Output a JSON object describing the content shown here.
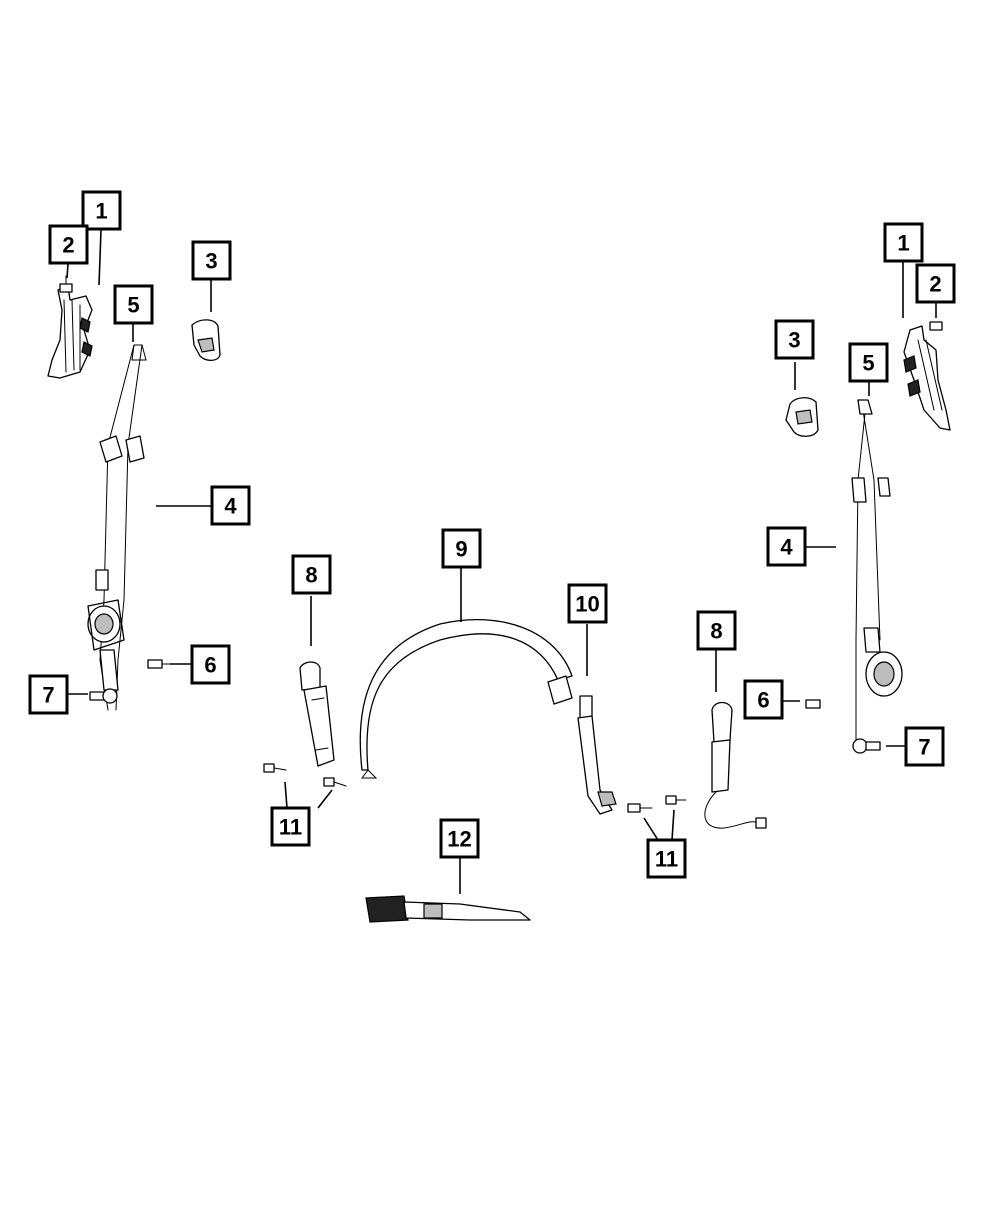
{
  "callouts": [
    {
      "id": "c1-left",
      "label": "1"
    },
    {
      "id": "c2-left",
      "label": "2"
    },
    {
      "id": "c3-left",
      "label": "3"
    },
    {
      "id": "c4-left",
      "label": "4"
    },
    {
      "id": "c5-left",
      "label": "5"
    },
    {
      "id": "c6-left",
      "label": "6"
    },
    {
      "id": "c7-left",
      "label": "7"
    },
    {
      "id": "c8-left",
      "label": "8"
    },
    {
      "id": "c9",
      "label": "9"
    },
    {
      "id": "c10",
      "label": "10"
    },
    {
      "id": "c8-right",
      "label": "8"
    },
    {
      "id": "c11-left",
      "label": "11"
    },
    {
      "id": "c11-right",
      "label": "11"
    },
    {
      "id": "c12",
      "label": "12"
    },
    {
      "id": "c1-right",
      "label": "1"
    },
    {
      "id": "c2-right",
      "label": "2"
    },
    {
      "id": "c3-right",
      "label": "3"
    },
    {
      "id": "c4-right",
      "label": "4"
    },
    {
      "id": "c5-right",
      "label": "5"
    },
    {
      "id": "c6-right",
      "label": "6"
    },
    {
      "id": "c7-right",
      "label": "7"
    }
  ],
  "colors": {
    "line": "#000000",
    "background": "#ffffff"
  }
}
